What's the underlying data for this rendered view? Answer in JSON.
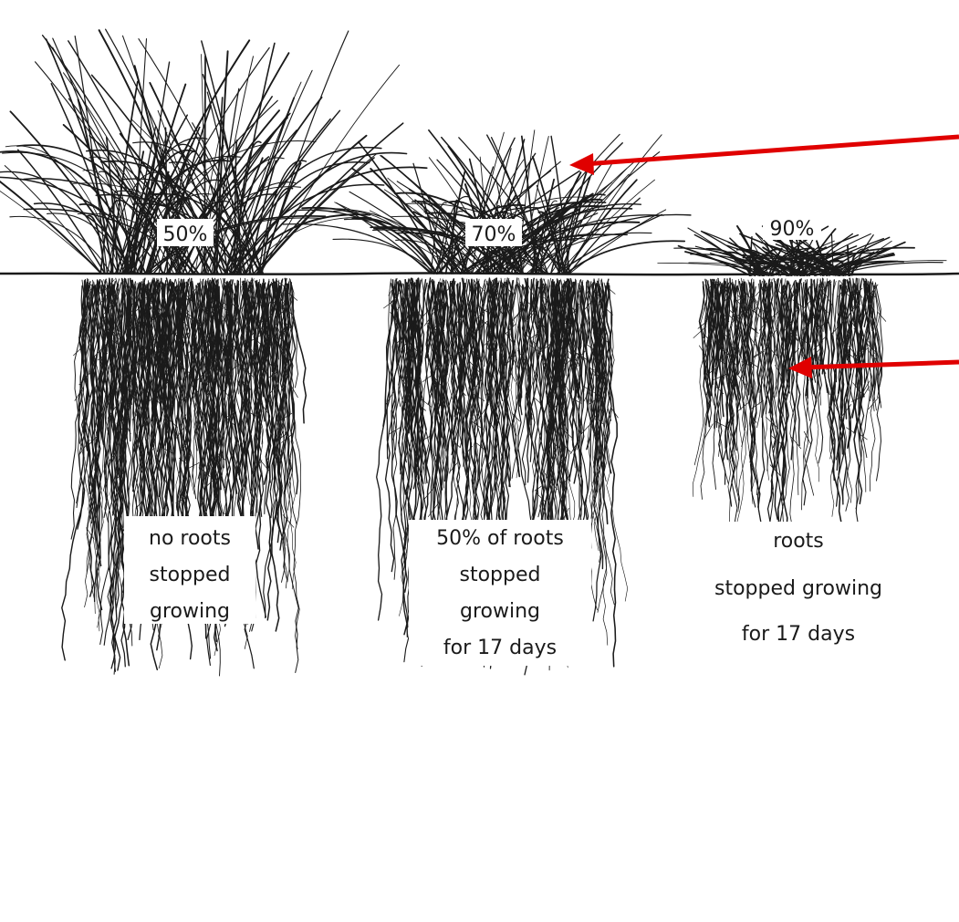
{
  "colors": {
    "ink": "#1a1a1a",
    "arrow": "#e00000",
    "background": "#ffffff"
  },
  "plants": [
    {
      "percent_label": "50%",
      "root_label": [
        "no roots",
        "stopped",
        "growing"
      ]
    },
    {
      "percent_label": "70%",
      "root_label": [
        "50% of roots",
        "stopped",
        "growing",
        "for 17 days"
      ]
    },
    {
      "percent_label": "90%",
      "root_label": [
        "roots",
        "stopped growing",
        "for 17 days"
      ]
    }
  ],
  "arrows": [
    {
      "target": "shoots of second plant"
    },
    {
      "target": "roots of third plant"
    }
  ]
}
